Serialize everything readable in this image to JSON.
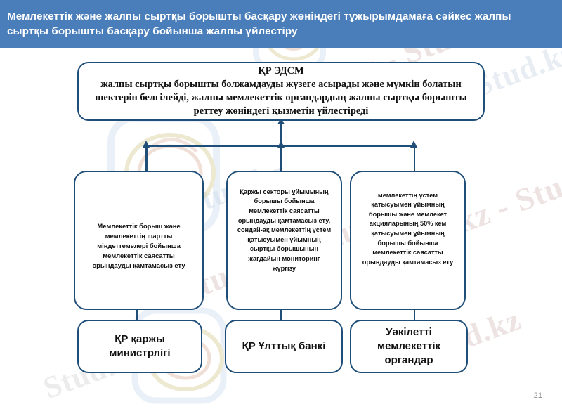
{
  "page": {
    "number": "21",
    "accent_color": "#4a7ebb",
    "border_color": "#1f4e79",
    "background_color": "#ffffff"
  },
  "header": {
    "line1": "Мемлекеттік және жалпы сыртқы борышты басқару жөніндегі тұжырымдамаға",
    "line2": "сәйкес жалпы сыртқы борышты басқару бойынша жалпы үйлестіру"
  },
  "diagram": {
    "top_box": {
      "title": "ҚР ЭДСМ",
      "body": "жалпы сыртқы борышты болжамдауды жүзеге асырады және мүмкін болатын шектерін белгілейді, жалпы мемлекеттік органдардың жалпы сыртқы борышты реттеу жөніндегі қызметін үйлестіреді"
    },
    "middle_boxes": [
      {
        "text": "Мемлекеттік борыш және мемлекеттің шартты міндеттемелері бойынша мемлекеттік саясатты орындауды қамтамасыз ету"
      },
      {
        "text": "Қаржы секторы ұйымының борышы бойынша мемлекеттік саясатты орындауды қамтамасыз ету, сондай-ақ мемлекеттің үстем қатысуымен ұйымның сыртқы борышының жағдайын мониторинг жүргізу"
      },
      {
        "text": "мемлекеттің үстем қатысуымен ұйымның борышы және мемлекет акцияларының 50% кем қатысуымен ұйымның борышы бойынша мемлекеттік саясатты орындауды қамтамасыз ету"
      }
    ],
    "bottom_boxes": [
      {
        "text": "ҚР қаржы министрлігі"
      },
      {
        "text": "ҚР Ұлттық банкі"
      },
      {
        "text": "Уәкілетті мемлекеттік органдар"
      }
    ]
  },
  "watermark": {
    "text": "Stud.kz - Stud.kz",
    "short": "Stud.kz"
  }
}
